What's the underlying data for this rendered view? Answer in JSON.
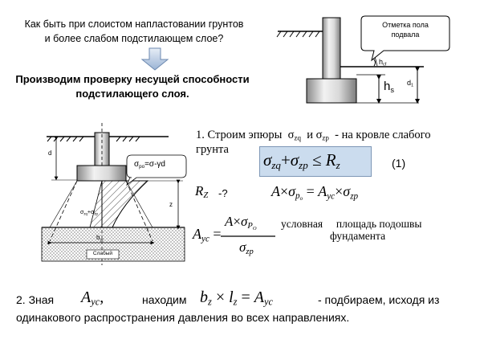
{
  "question": {
    "line1": "Как быть при слоистом напластовании грунтов",
    "line2": "и более слабом подстилающем слое?"
  },
  "action": {
    "line1": "Производим проверку несущей способности",
    "line2": "подстилающего слоя."
  },
  "right_diagram": {
    "callout_line1": "Отметка пола",
    "callout_line2": "подвала",
    "h_cf": "h",
    "h_cf_sub": "cf",
    "h_s": "h",
    "h_s_sub": "s",
    "d1": "d",
    "d1_sub": "1"
  },
  "left_diagram": {
    "d_label": "d",
    "z_label": "z",
    "sigma_callout": "σ",
    "sigma_callout_sub": "po",
    "sigma_callout_rest": "=σ-γd",
    "sigma_sum": "σ",
    "sigma_sum_sub1": "zq",
    "sigma_sum_mid": "+σ",
    "sigma_sum_sub2": "zp",
    "byc": "b",
    "byc_sub": "yc",
    "weak": "Слабый"
  },
  "step1": {
    "prefix": "1. Строим эпюры",
    "sigma1": "σ",
    "sigma1_sub": "zq",
    "and": "и",
    "sigma2": "σ",
    "sigma2_sub": "zp",
    "suffix": "- на кровле слабого",
    "line2": "грунта"
  },
  "formula1": {
    "s1": "σ",
    "s1_sub": "zq",
    "plus": "+",
    "s2": "σ",
    "s2_sub": "zp",
    "le": "≤",
    "R": "R",
    "R_sub": "z",
    "number": "(1)"
  },
  "rz_line": {
    "R": "R",
    "R_sub": "Z",
    "q": "-?"
  },
  "formula2": {
    "A1": "A",
    "times1": "×",
    "s": "σ",
    "s_sub": "p",
    "s_subsub": "o",
    "eq": "=",
    "A2": "A",
    "A2_sub": "yc",
    "times2": "×",
    "s2": "σ",
    "s2_sub": "zp"
  },
  "formula3": {
    "A": "A",
    "A_sub": "yc",
    "eq": "=",
    "num_A": "A",
    "num_times": "×",
    "num_s": "σ",
    "num_s_sub": "P",
    "num_s_subsub": "O",
    "den_s": "σ",
    "den_s_sub": "zp",
    "desc_line1": "условная     площадь подошвы",
    "desc_line2": "фундамента"
  },
  "step2": {
    "prefix": "2. Зная",
    "A": "A",
    "A_sub": "yc",
    "comma": ",",
    "find": "находим",
    "b": "b",
    "b_sub": "z",
    "times": "×",
    "l": "l",
    "l_sub": "z",
    "eq": "=",
    "A2": "A",
    "A2_sub": "yc",
    "suffix": "- подбираем, исходя из",
    "line2": "одинакового распространения давления во всех направлениях."
  }
}
